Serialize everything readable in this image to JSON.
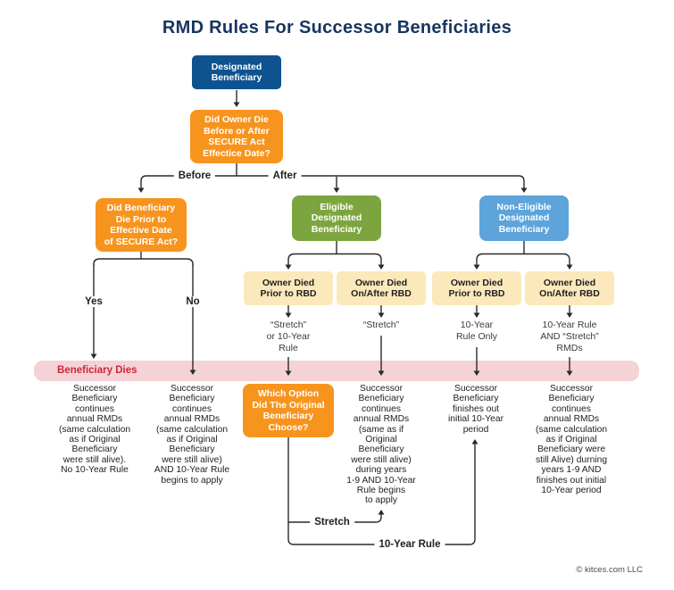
{
  "title": "RMD Rules For Successor Beneficiaries",
  "footer": {
    "credit": "© kitces.com LLC"
  },
  "colors": {
    "title": "#17355f",
    "navy": "#0e538f",
    "orange": "#f7941e",
    "green": "#7da53f",
    "blue": "#5ca4da",
    "cream": "#fbe9bb",
    "pink": "#f5d2d6",
    "red": "#c9283a",
    "line": "#2a2a2a"
  },
  "nodes": {
    "designated_beneficiary": "Designated\nBeneficiary",
    "owner_die_question": "Did Owner Die\nBefore or After\nSECURE Act\nEffectice Date?",
    "beneficiary_die_question": "Did Beneficiary\nDie Prior to\nEffective Date\nof SECURE Act?",
    "eligible": "Eligible\nDesignated\nBeneficiary",
    "non_eligible": "Non-Eligible\nDesignated\nBeneficiary",
    "edb_owner_prior_rbd": "Owner Died\nPrior to RBD",
    "edb_owner_after_rbd": "Owner Died\nOn/After RBD",
    "nedb_owner_prior_rbd": "Owner Died\nPrior to RBD",
    "nedb_owner_after_rbd": "Owner Died\nOn/After RBD",
    "which_option_question": "Which Option\nDid The Original\nBeneficiary\nChoose?"
  },
  "rules": {
    "edb_prior": "“Stretch”\nor 10-Year\nRule",
    "edb_after": "“Stretch”",
    "nedb_prior": "10-Year\nRule Only",
    "nedb_after": "10-Year Rule\nAND “Stretch”\nRMDs"
  },
  "branch_labels": {
    "before": "Before",
    "after": "After",
    "yes": "Yes",
    "no": "No",
    "stretch": "Stretch",
    "ten_year_rule": "10-Year Rule"
  },
  "band": {
    "label": "Beneficiary Dies"
  },
  "outcomes": {
    "yes_outcome": "Successor\nBeneficiary\ncontinues\nannual RMDs\n(same calculation\nas if Original\nBeneficiary\nwere still alive).\nNo 10-Year Rule",
    "no_outcome": "Successor\nBeneficiary\ncontinues\nannual RMDs\n(same calculation\nas if Original\nBeneficiary\nwere still alive)\nAND 10-Year Rule\nbegins to apply",
    "stretch_outcome": "Successor\nBeneficiary\ncontinues\nannual RMDs\n(same as if\nOriginal\nBeneficiary\nwere still alive)\nduring years\n1-9 AND 10-Year\nRule begins\nto apply",
    "ten_year_outcome": "Successor\nBeneficiary\nfinishes out\ninitial 10-Year\nperiod",
    "nedb_after_outcome": "Successor\nBeneficiary\ncontinues\nannual RMDs\n(same calculation\nas if Original\nBeneficiary were\nstill Alive) durning\nyears 1-9 AND\nfinishes out initial\n10-Year period"
  }
}
